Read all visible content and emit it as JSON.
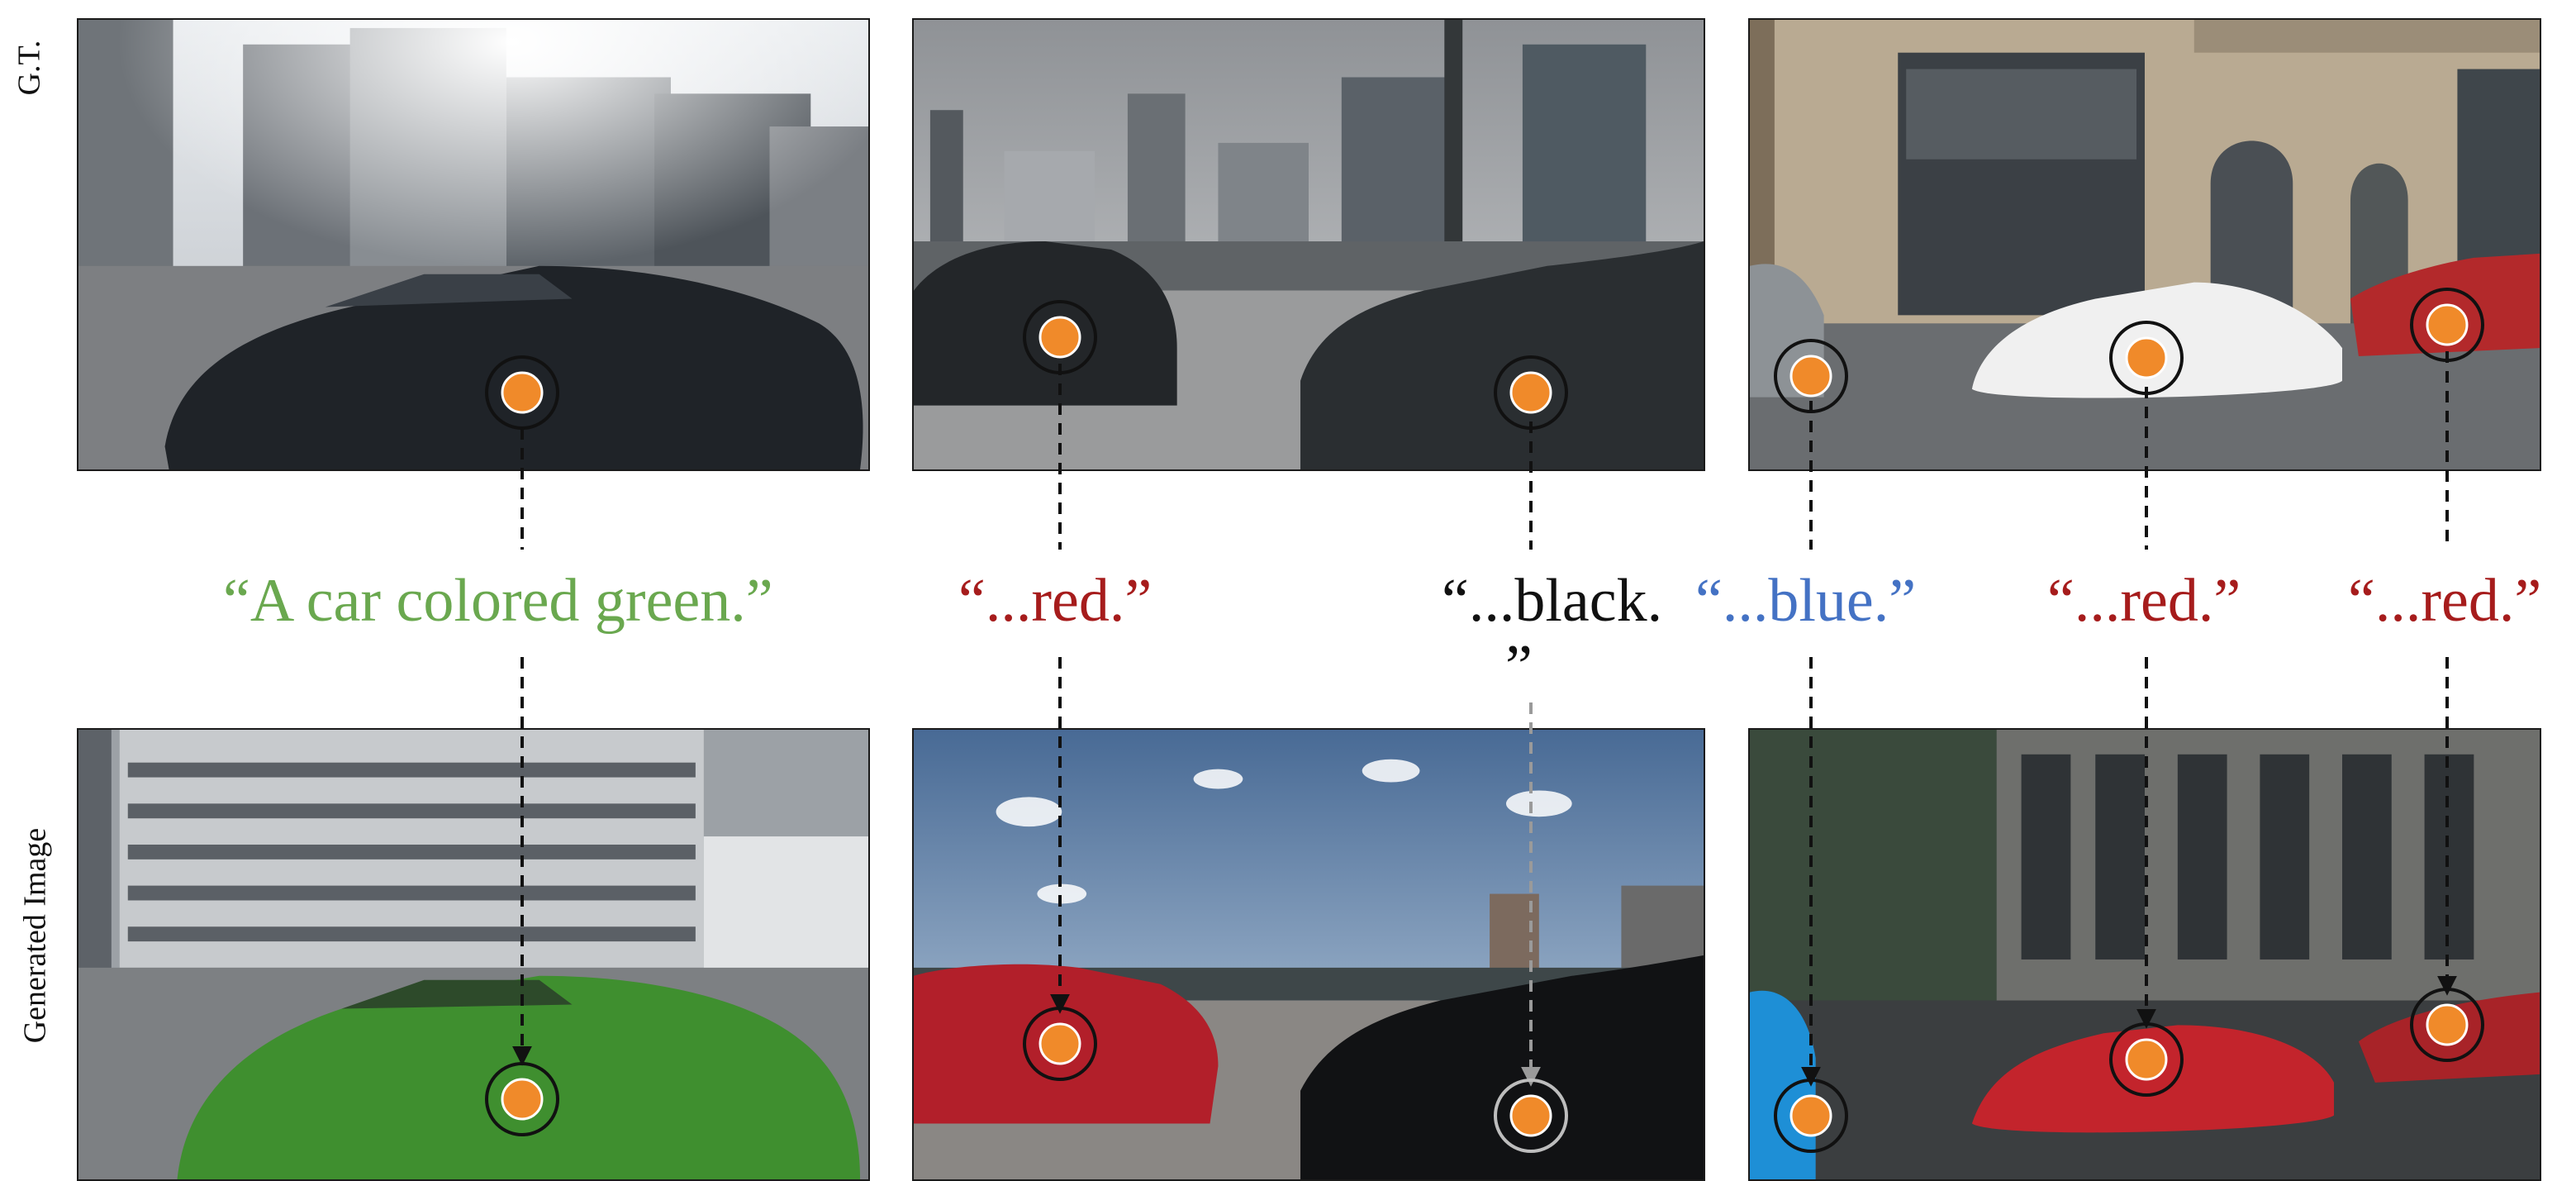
{
  "row_labels": {
    "top": "G.T.",
    "bottom": "Generated Image"
  },
  "captions": {
    "green": "“A car colored green.”",
    "red1": "“...red.”",
    "black": "“...black.",
    "black_end": "”",
    "blue": "“...blue.”",
    "red2": "“...red.”",
    "red3": "“...red.”"
  },
  "colors": {
    "green": "#6aa84f",
    "red": "#a61c1c",
    "black": "#111111",
    "blue": "#4472c4",
    "marker_fill": "#f08a2a",
    "marker_ring": "#111111",
    "marker_ring_light": "#bdbdbd"
  }
}
